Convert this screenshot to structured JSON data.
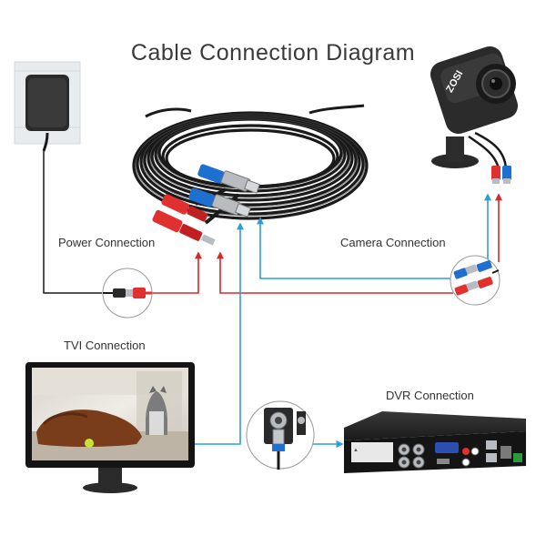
{
  "title": "Cable Connection Diagram",
  "labels": {
    "power": "Power Connection",
    "camera": "Camera Connection",
    "tvi": "TVI Connection",
    "dvr": "DVR Connection"
  },
  "camera_brand": "ZOSI",
  "colors": {
    "video_line": "#2b9fd6",
    "power_line": "#d8282a",
    "cable": "#1a1a1a",
    "bnc_blue": "#1e6fd0",
    "dc_red": "#e03030",
    "zoom_circle": "#999999"
  },
  "icons": [
    "power-adapter-icon",
    "cable-coil-icon",
    "security-camera-icon",
    "monitor-icon",
    "dvr-icon"
  ]
}
